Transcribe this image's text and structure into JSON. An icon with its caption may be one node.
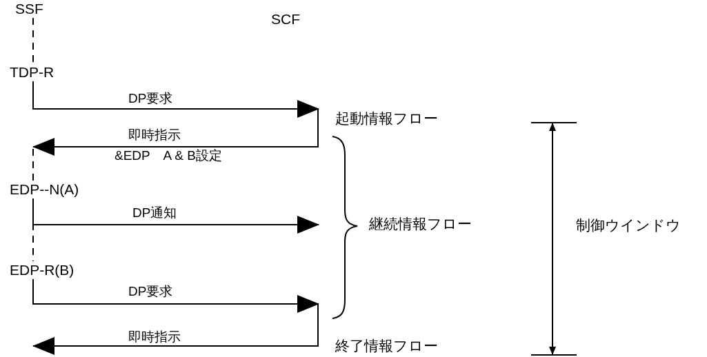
{
  "diagram": {
    "nodes": [
      {
        "text": [
          "SSF"
        ]
      },
      {
        "text": [
          "TDP-R"
        ]
      },
      {
        "text": [
          "EDP--N(A)"
        ]
      },
      {
        "text": [
          "EDP-R(B)"
        ]
      }
    ],
    "edges": [
      {
        "from": 0,
        "to": 1,
        "arrow": "none",
        "style": "dashed"
      },
      {
        "from": 1,
        "to": null,
        "arrow": "to",
        "label": "DP要求"
      },
      {
        "from": 1,
        "to": null,
        "arrow": "to",
        "label": "即時指示"
      },
      {
        "from": 2,
        "to": 3,
        "arrow": "none",
        "style": "dashed"
      },
      {
        "from": 2,
        "to": null,
        "arrow": "to",
        "label": "DP通知"
      },
      {
        "from": 3,
        "to": null,
        "arrow": "to",
        "label": "DP要求"
      },
      {
        "from": 3,
        "to": null,
        "arrow": "to",
        "label": "即時指示"
      },
      {
        "from": null,
        "to": 2,
        "arrow": "none",
        "style": "dashed"
      }
    ],
    "labels": [
      "SCF",
      "&EDP　A & B設定",
      "起動情報フロー",
      "継続情報フロー",
      "終了情報フロー",
      "制御ウインドウ"
    ]
  }
}
